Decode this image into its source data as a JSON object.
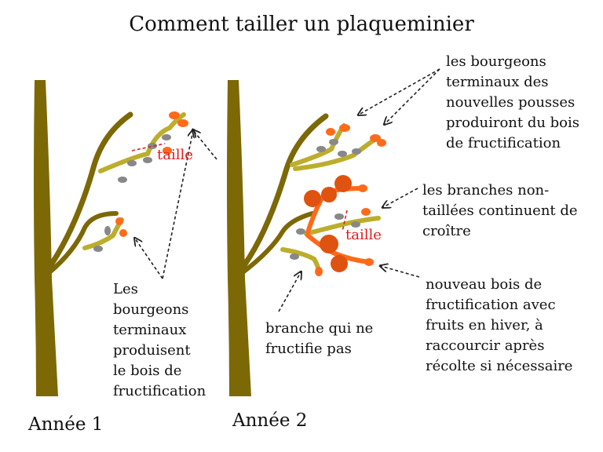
{
  "title": "Comment tailler un plaqueminier",
  "years": {
    "year1": "Année 1",
    "year2": "Année 2"
  },
  "cut_label_year1": "taille",
  "cut_label_year2": "taille",
  "annotations": {
    "terminal_buds_year1": "Les\nbourgeons\nterminaux\nproduisent\nle bois de\nfructification",
    "new_shoots_buds": "les bourgeons\nterminaux des\nnouvelles pousses\nproduiront du bois\nde fructification",
    "uncut_branches": "les branches non-\ntaillées continuent de\ncroître",
    "new_fruiting_wood": "nouveau bois de\nfructification avec\nfruits en hiver, à\nraccourcir après\nrécolte si nécessaire",
    "non_fruiting_branch": "branche qui ne\nfructifie pas"
  },
  "colors": {
    "trunk": "#7d6806",
    "young_shoot": "#bcae2c",
    "terminal_bud": "#ff6a1a",
    "dormant_bud": "#888888",
    "fruit": "#e0520f",
    "cut_mark": "#e02020",
    "arrow": "#222222"
  }
}
